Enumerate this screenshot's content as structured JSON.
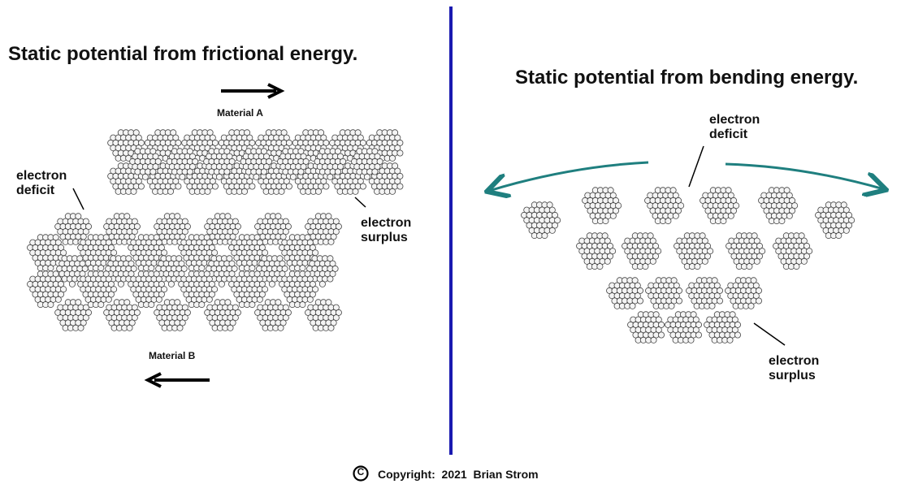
{
  "left_panel": {
    "title": "Static potential from frictional energy.",
    "material_a_label": "Material A",
    "material_b_label": "Material B",
    "deficit_label": [
      "electron",
      "deficit"
    ],
    "surplus_label": [
      "electron",
      "surplus"
    ]
  },
  "right_panel": {
    "title": "Static potential from bending energy.",
    "deficit_label": [
      "electron",
      "deficit"
    ],
    "surplus_label": [
      "electron",
      "surplus"
    ]
  },
  "footer": {
    "copyright_symbol": "C",
    "copyright_text": "Copyright:  2021  Brian Strom"
  },
  "colors": {
    "divider": "#1a1ab0",
    "bend_arrow": "#1f7f7f",
    "atom_stroke": "#444444",
    "atom_fill": "#f4f4f4"
  },
  "icons": [
    "arrow-right-icon",
    "arrow-left-icon",
    "curved-arrow-left-icon",
    "curved-arrow-right-icon",
    "copyright-icon"
  ]
}
